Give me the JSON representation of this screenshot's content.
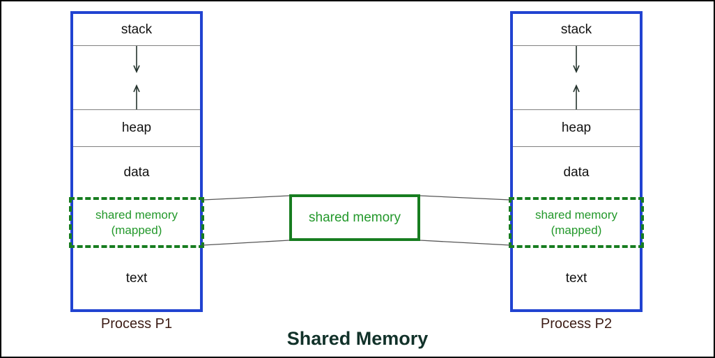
{
  "title": "Shared Memory",
  "central_box": {
    "label": "shared memory"
  },
  "processes": [
    {
      "label": "Process P1",
      "segments": {
        "stack": "stack",
        "heap": "heap",
        "data": "data",
        "shared_line1": "shared memory",
        "shared_line2": "(mapped)",
        "text": "text"
      }
    },
    {
      "label": "Process P2",
      "segments": {
        "stack": "stack",
        "heap": "heap",
        "data": "data",
        "shared_line1": "shared memory",
        "shared_line2": "(mapped)",
        "text": "text"
      }
    }
  ],
  "icons": {
    "stack-growth-arrow-icon": "↓",
    "heap-growth-arrow-icon": "↑"
  },
  "colors": {
    "blue": "#2143d1",
    "green": "#177d20",
    "green-text": "#22982a",
    "maroon": "#3c1c15",
    "title-color": "#12322a",
    "divider": "#808080",
    "connector": "#555555",
    "arrow": "#24332d",
    "ink": "#111111",
    "frame": "#000000"
  }
}
